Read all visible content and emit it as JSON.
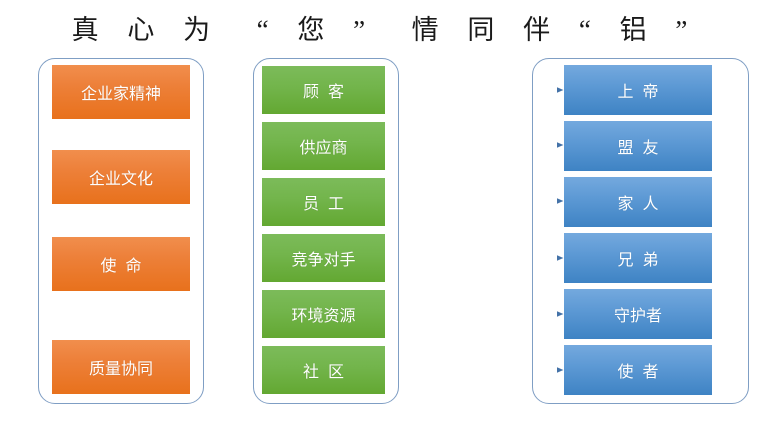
{
  "title": {
    "text": "真 心 为  “ 您 ”  情 同 伴 “ 铝 ”"
  },
  "colors": {
    "orange": "#E8711C",
    "green": "#63A832",
    "blue": "#3E83C4",
    "frame_border": "#7f9ec4",
    "connector": "#4472a8",
    "title_text": "#1a1a1a",
    "card_text": "#ffffff",
    "background": "#ffffff"
  },
  "groups": {
    "left": {
      "name": "internal-values-group",
      "cards": [
        {
          "label": "企业家精神"
        },
        {
          "label": "企业文化"
        },
        {
          "label": "使  命"
        },
        {
          "label": "质量协同"
        }
      ]
    },
    "middle": {
      "name": "stakeholders-group",
      "cards": [
        {
          "label": "顾  客"
        },
        {
          "label": "供应商"
        },
        {
          "label": "员  工"
        },
        {
          "label": "竞争对手"
        },
        {
          "label": "环境资源"
        },
        {
          "label": "社  区"
        }
      ]
    },
    "right": {
      "name": "roles-group",
      "cards": [
        {
          "label": "上  帝"
        },
        {
          "label": "盟  友"
        },
        {
          "label": "家  人"
        },
        {
          "label": "兄  弟"
        },
        {
          "label": "守护者"
        },
        {
          "label": "使  者"
        }
      ]
    }
  },
  "connections": [
    {
      "from": "顾  客",
      "to": "上  帝"
    },
    {
      "from": "供应商",
      "to": "盟  友"
    },
    {
      "from": "员  工",
      "to": "家  人"
    },
    {
      "from": "竞争对手",
      "to": "兄  弟"
    },
    {
      "from": "环境资源",
      "to": "守护者"
    },
    {
      "from": "社  区",
      "to": "使  者"
    }
  ]
}
